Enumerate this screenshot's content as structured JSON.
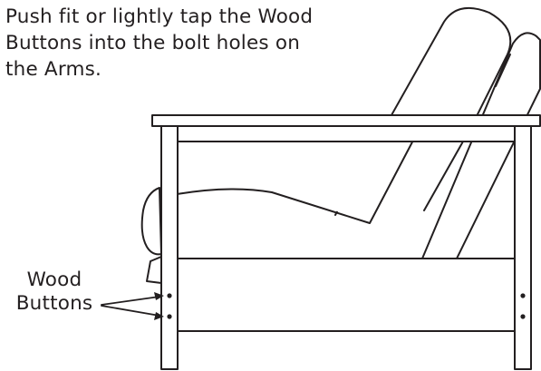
{
  "instruction": {
    "lines": [
      "Push fit or lightly tap the Wood",
      "Buttons into the bolt holes on",
      "the Arms."
    ]
  },
  "callout": {
    "lines": [
      "Wood",
      "Buttons"
    ]
  },
  "colors": {
    "ink": "#231f20",
    "background": "#ffffff"
  }
}
